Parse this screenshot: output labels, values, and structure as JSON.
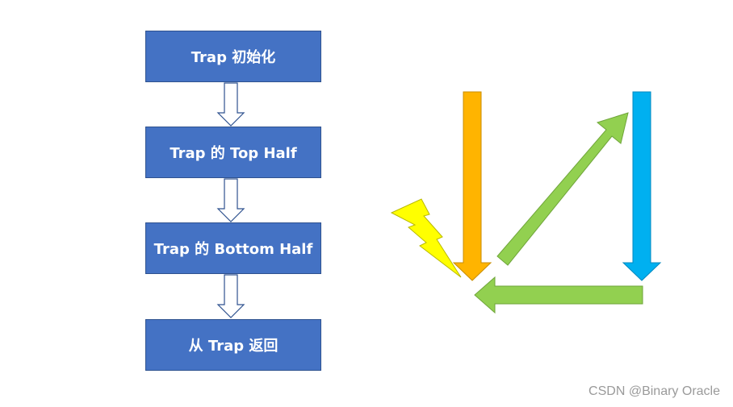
{
  "flowchart": {
    "steps": [
      {
        "label": "Trap 初始化"
      },
      {
        "label": "Trap 的 Top Half"
      },
      {
        "label": "Trap 的 Bottom Half"
      },
      {
        "label": "从 Trap 返回"
      }
    ]
  },
  "cycle_diagram": {
    "colors": {
      "orange_arrow": "#ffb400",
      "green_arrow": "#92d050",
      "blue_arrow": "#00b0f0",
      "lightning": "#ffff00",
      "box_fill": "#4472c4",
      "connector_outline": "#2f528f"
    },
    "icons": [
      "lightning-bolt-icon"
    ]
  },
  "watermark": {
    "text": "CSDN @Binary Oracle"
  }
}
